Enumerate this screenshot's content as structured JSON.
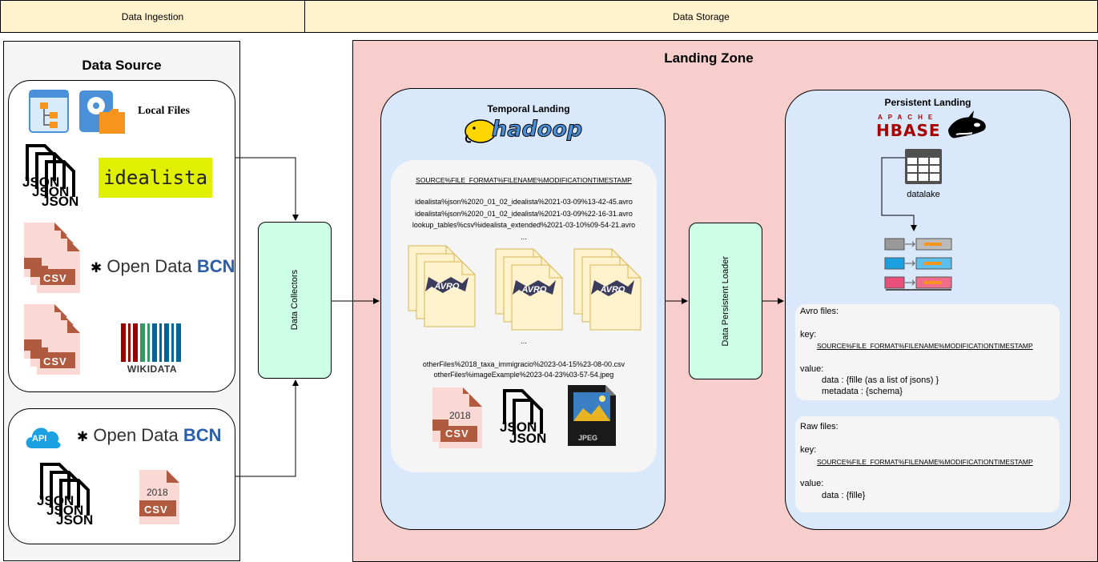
{
  "headers": {
    "ingestion": "Data Ingestion",
    "storage": "Data Storage"
  },
  "data_source": {
    "title": "Data Source",
    "local_files": "Local Files",
    "idealista": "idealista",
    "json_label": "JSON",
    "csv_label": "CSV",
    "open_data_prefix": "Open Data",
    "open_data_suffix": "BCN",
    "wikidata": "WIKIDATA",
    "api": "API",
    "year": "2018"
  },
  "data_collectors": "Data Collectors",
  "landing_zone": {
    "title": "Landing Zone",
    "temporal": {
      "title": "Temporal Landing",
      "logo": "hadoop",
      "pattern": "SOURCE%FILE_FORMAT%FILENAME%MODIFICATIONTIMESTAMP",
      "files": [
        "idealista%json%2020_01_02_idealista%2021-03-09%13-42-45.avro",
        "idealista%json%2020_01_02_idealista%2021-03-09%22-16-31.avro",
        "lookup_tables%csv%idealista_extended%2021-03-10%09-54-21.avro"
      ],
      "ellipsis": "...",
      "avro_label": "AVRO",
      "other_files": [
        "otherFiles%2018_taxa_immigracio%2023-04-15%23-08-00.csv",
        "otherFiles%imageExample%2023-04-23%03-57-54.jpeg"
      ],
      "jpeg_label": "JPEG"
    },
    "loader": "Data Persistent Loader",
    "persistent": {
      "title": "Persistent Landing",
      "logo": "HBASE",
      "logo_top": "APACHE",
      "table_label": "datalake",
      "avro_card": {
        "title": "Avro files:",
        "key_label": "key:",
        "key_value": "SOURCE%FILE_FORMAT%FILENAME%MODIFICATIONTIMESTAMP",
        "value_label": "value:",
        "value_lines": [
          "data : {fille (as a list of jsons) }",
          "metadata : {schema}"
        ]
      },
      "raw_card": {
        "title": "Raw files:",
        "key_label": "key:",
        "key_value": "SOURCE%FILE_FORMAT%FILENAME%MODIFICATIONTIMESTAMP",
        "value_label": "value:",
        "value_lines": [
          "data : {fille}"
        ]
      }
    }
  },
  "colors": {
    "header": "#fff2cc",
    "landing_zone": "#f8cecc",
    "temporal_box": "#dae8fc",
    "collector": "#ccffe6",
    "csv_page": "#fad9d5",
    "csv_tag": "#b05b3f",
    "avro_page": "#fff2cc",
    "idealista_bg": "#e1f000"
  }
}
